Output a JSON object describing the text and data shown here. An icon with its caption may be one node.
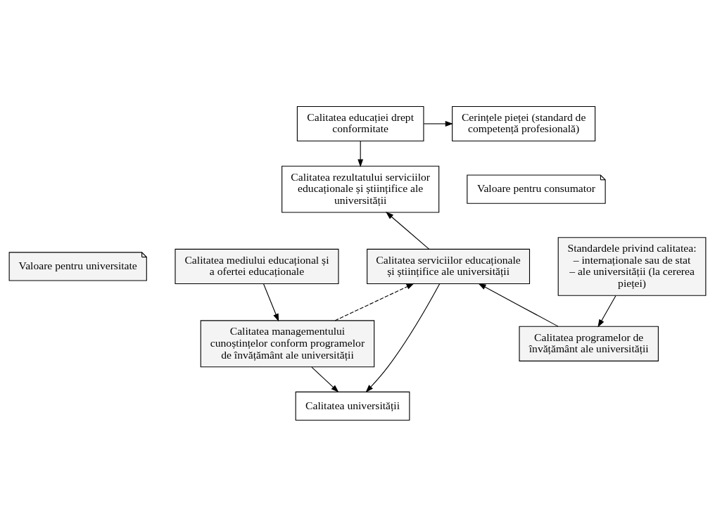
{
  "diagram": {
    "nodes": [
      {
        "text": [
          "Cerințele pieței (standard de competență profesională)"
        ]
      },
      {
        "text": [
          "Calitatea educației drept conformitate"
        ]
      },
      {
        "text": [
          "Calitatea rezultatului serviciilor educaționale și științifice ale universității"
        ]
      },
      {
        "text": [
          "Valoare pentru consumator"
        ]
      },
      {
        "text": [
          "Calitatea serviciilor educaționale și științifice ale universității"
        ]
      },
      {
        "text": [
          "Valoare pentru universitate"
        ]
      },
      {
        "text": [
          "Calitatea programelor de învățământ ale universității"
        ]
      },
      {
        "text": [
          "Calitatea managementului cunoștințelor conform programelor de învățământ ale universității"
        ]
      },
      {
        "text": [
          "Standardele privind calitatea:",
          "– internaționale sau de stat",
          "– ale universității (la cererea pieței)"
        ]
      },
      {
        "text": [
          "Calitatea mediului educațional și a ofertei educaționale"
        ]
      },
      {
        "text": [
          "Calitatea universității"
        ]
      }
    ],
    "edges": [
      {
        "from": 1,
        "to": 0,
        "arrow": "to"
      },
      {
        "from": 1,
        "to": 2,
        "arrow": "to"
      },
      {
        "from": 4,
        "to": 2,
        "arrow": "to"
      },
      {
        "from": 6,
        "to": 4,
        "arrow": "to"
      },
      {
        "from": 7,
        "to": 4,
        "arrow": "to",
        "style": "dashed"
      },
      {
        "from": 8,
        "to": 6,
        "arrow": "to"
      },
      {
        "from": 9,
        "to": 7,
        "arrow": "to"
      },
      {
        "from": 4,
        "to": 10,
        "arrow": "to"
      },
      {
        "from": 7,
        "to": 10,
        "arrow": "to"
      }
    ]
  }
}
